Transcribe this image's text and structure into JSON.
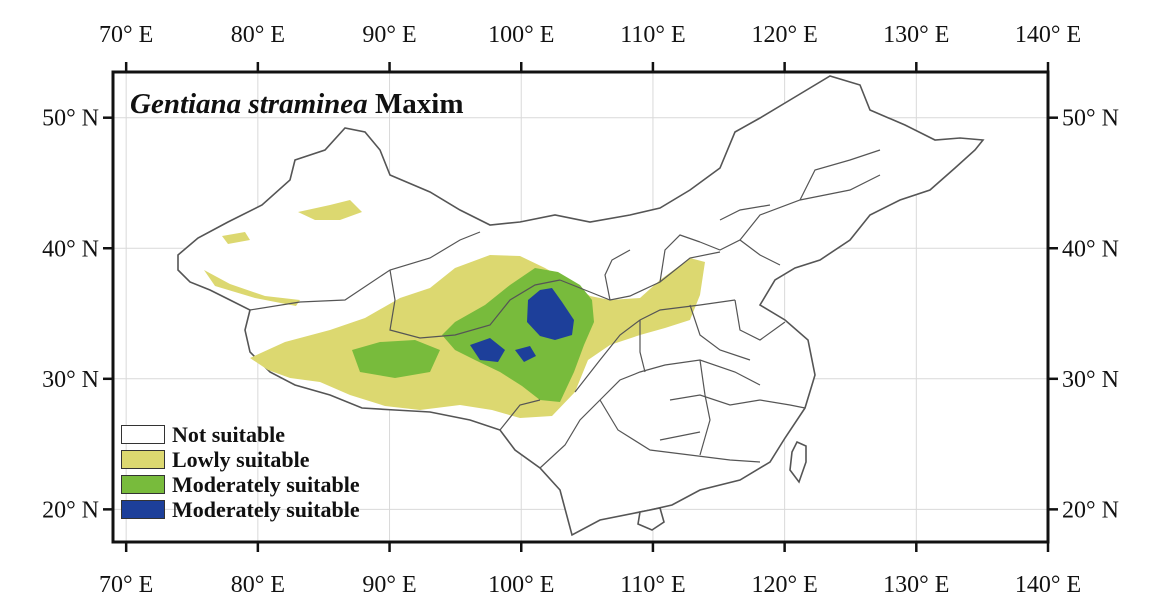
{
  "map": {
    "title_species": "Gentiana straminea",
    "title_rest": " Maxim",
    "lon_ticks": [
      {
        "value": 70,
        "label": "70° E"
      },
      {
        "value": 80,
        "label": "80° E"
      },
      {
        "value": 90,
        "label": "90° E"
      },
      {
        "value": 100,
        "label": "100° E"
      },
      {
        "value": 110,
        "label": "110° E"
      },
      {
        "value": 120,
        "label": "120° E"
      },
      {
        "value": 130,
        "label": "130° E"
      },
      {
        "value": 140,
        "label": "140° E"
      }
    ],
    "lat_ticks": [
      {
        "value": 20,
        "label": "20° N"
      },
      {
        "value": 30,
        "label": "30° N"
      },
      {
        "value": 40,
        "label": "40° N"
      },
      {
        "value": 50,
        "label": "50° N"
      }
    ],
    "extent": {
      "lon": [
        69,
        140
      ],
      "lat": [
        17.5,
        53.5
      ]
    },
    "grid": true,
    "colors": {
      "not_suitable": "#ffffff",
      "lowly": "#dcd870",
      "moderate": "#78bb3c",
      "high": "#1d3f9a",
      "border": "#555555",
      "grid": "#d9d9d9"
    },
    "legend": [
      {
        "label": "Not suitable",
        "color": "#ffffff"
      },
      {
        "label": "Lowly suitable",
        "color": "#dcd870"
      },
      {
        "label": "Moderately suitable",
        "color": "#78bb3c"
      },
      {
        "label": "Moderately suitable",
        "color": "#1d3f9a"
      }
    ]
  }
}
